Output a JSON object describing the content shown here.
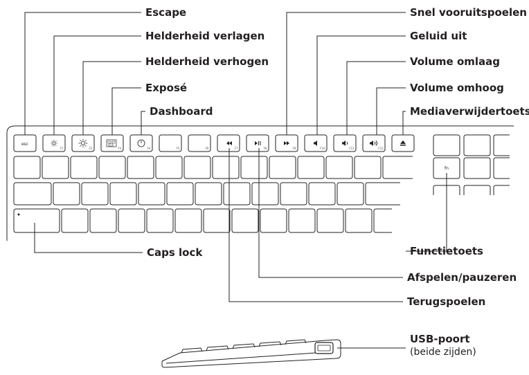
{
  "callouts": {
    "escape": "Escape",
    "brightness_down": "Helderheid verlagen",
    "brightness_up": "Helderheid verhogen",
    "expose": "Exposé",
    "dashboard": "Dashboard",
    "caps_lock": "Caps lock",
    "fast_forward": "Snel vooruitspoelen",
    "mute": "Geluid uit",
    "volume_down": "Volume omlaag",
    "volume_up": "Volume omhoog",
    "eject": "Mediaverwijdertoets",
    "function_key": "Functietoets",
    "play_pause": "Afspelen/pauzeren",
    "rewind": "Terugspoelen",
    "usb_port": "USB-poort",
    "usb_note": "(beide zijden)"
  },
  "key_labels": {
    "esc": "esc",
    "fn": "fn",
    "f1": "F1",
    "f2": "F2",
    "f3": "F3",
    "f4": "F4",
    "f5": "F5",
    "f6": "F6",
    "f7": "F7",
    "f8": "F8",
    "f9": "F9",
    "f10": "F10",
    "f11": "F11",
    "f12": "F12"
  },
  "icons": {
    "brightness_down": "sun-small-icon",
    "brightness_up": "sun-large-icon",
    "expose": "expose-windows-icon",
    "dashboard": "dashboard-gauge-icon",
    "rewind": "rewind-icon",
    "play_pause": "play-pause-icon",
    "fast_forward": "fast-forward-icon",
    "mute": "speaker-mute-icon",
    "volume_down": "speaker-low-icon",
    "volume_up": "speaker-high-icon",
    "eject": "eject-icon"
  }
}
